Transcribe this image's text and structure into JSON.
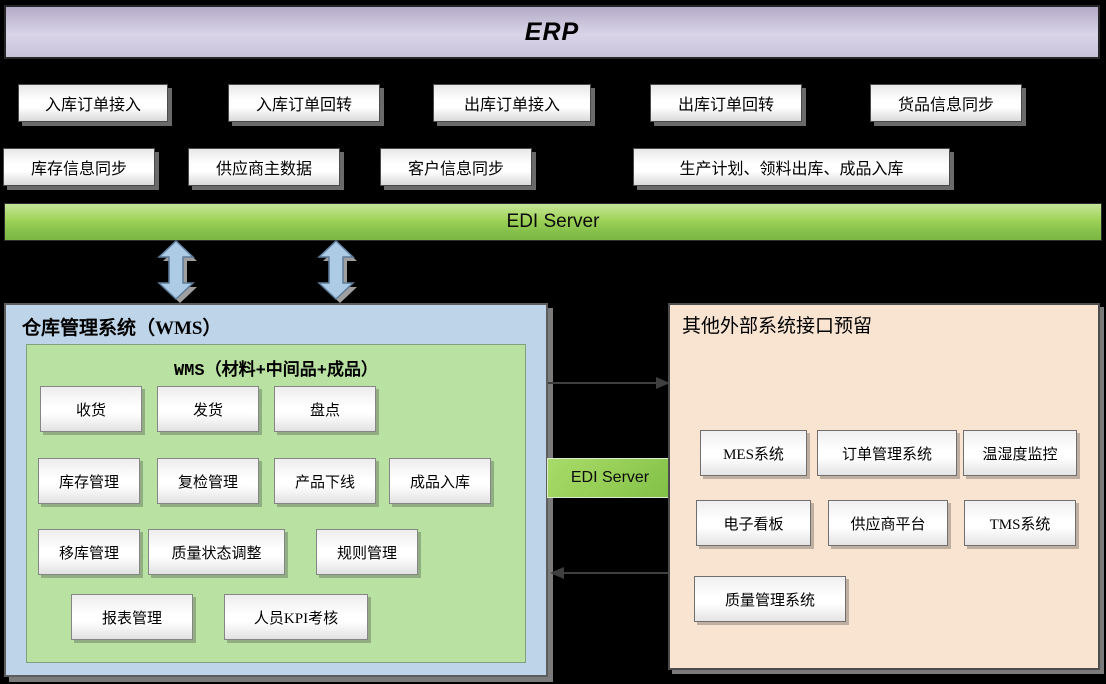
{
  "header": {
    "title": "ERP"
  },
  "edi_bar": {
    "label": "EDI Server"
  },
  "erp_interfaces": {
    "row1": [
      "入库订单接入",
      "入库订单回转",
      "出库订单接入",
      "出库订单回转",
      "货品信息同步"
    ],
    "row2": [
      "库存信息同步",
      "供应商主数据",
      "客户信息同步",
      "生产计划、领料出库、成品入库"
    ]
  },
  "wms_panel": {
    "title": "仓库管理系统（WMS）",
    "subsystem_title": "WMS（材料+中间品+成品）",
    "modules": {
      "row1": [
        "收货",
        "发货",
        "盘点"
      ],
      "row2": [
        "库存管理",
        "复检管理",
        "产品下线",
        "成品入库"
      ],
      "row3": [
        "移库管理",
        "质量状态调整",
        "规则管理"
      ],
      "row4": [
        "报表管理",
        "人员KPI考核"
      ]
    }
  },
  "edi_connector": {
    "label": "EDI Server"
  },
  "external_panel": {
    "title": "其他外部系统接口预留",
    "systems": {
      "row1": [
        "MES系统",
        "订单管理系统",
        "温湿度监控"
      ],
      "row2": [
        "电子看板",
        "供应商平台",
        "TMS系统"
      ],
      "row3": [
        "质量管理系统"
      ]
    }
  },
  "colors": {
    "erp_banner_lavender": "#cbc5dc",
    "edi_bar_green": "#8cc653",
    "wms_panel_blue": "#bed4e8",
    "wms_inner_green": "#b9e2a2",
    "external_panel_peach": "#f9e4d2",
    "sync_arrow_blue": "#aecbe5",
    "connector_arrow_gray": "#3f3f3f",
    "background": "#000000"
  }
}
